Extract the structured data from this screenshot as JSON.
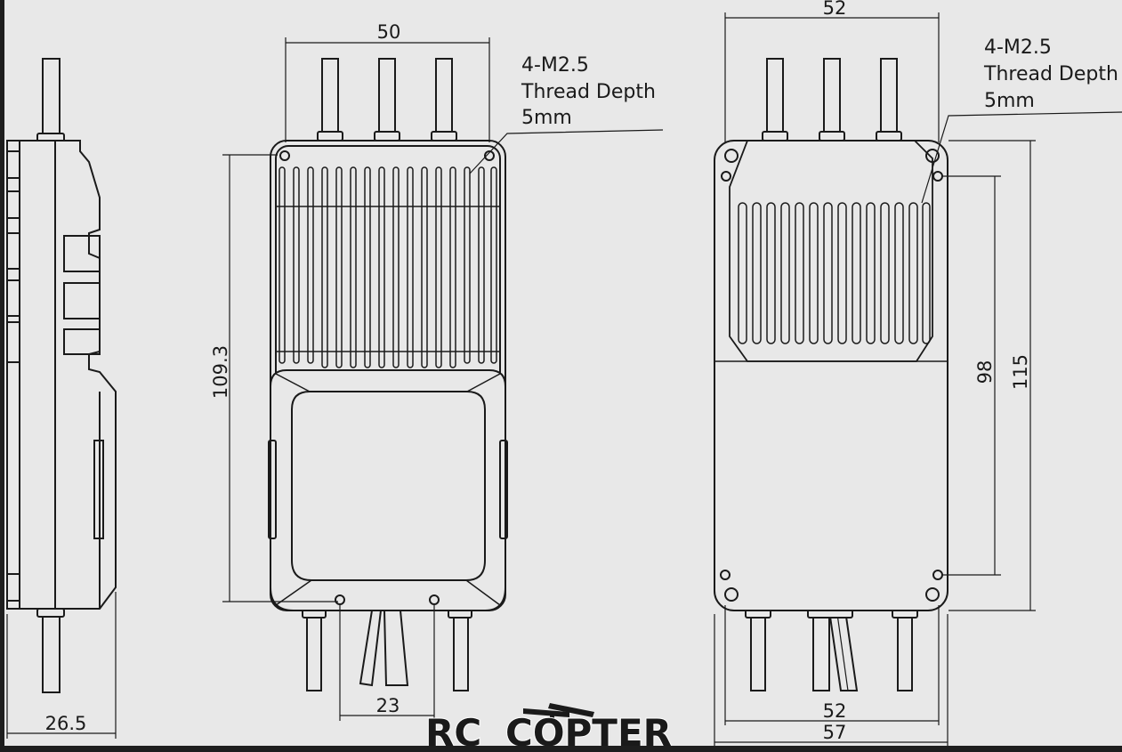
{
  "colors": {
    "frame": "#1e1e1e",
    "paper": "#e8e8e8",
    "line": "#1a1a1a",
    "logo_blue": "#2a9bd6",
    "logo_dark": "#1a1a1a"
  },
  "side_view": {
    "dims": {
      "depth": "26.5"
    }
  },
  "front_view": {
    "dims": {
      "width": "50",
      "height": "109.3",
      "bottom_hole_spacing": "23"
    },
    "note": {
      "line1": "4-M2.5",
      "line2": "Thread Depth",
      "line3": "5mm"
    }
  },
  "back_view": {
    "dims": {
      "top_width": "52",
      "hole_spacing_v": "98",
      "length": "115",
      "bottom_width_inner": "52",
      "bottom_width_outer": "57"
    },
    "note": {
      "line1": "4-M2.5",
      "line2": "Thread Depth",
      "line3": "5mm"
    }
  },
  "logo": {
    "part1": "RC",
    "part2": "COPTER"
  }
}
